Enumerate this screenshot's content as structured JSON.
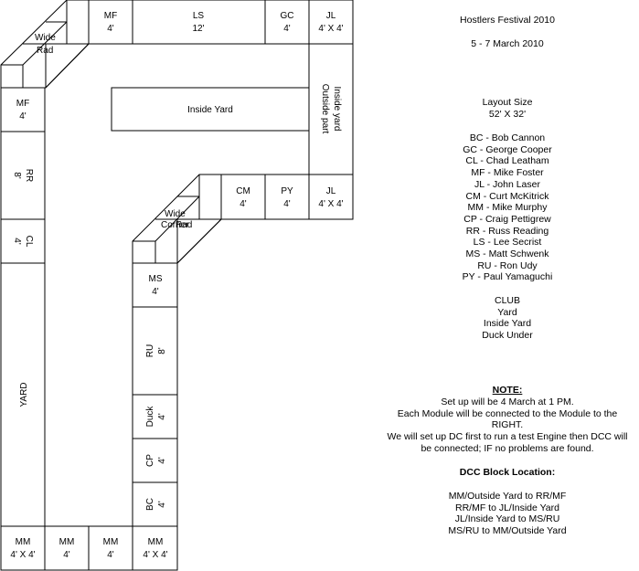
{
  "title": "Hostlers Festival 2010",
  "dates": "5 - 7 March 2010",
  "layout_size_label": "Layout Size",
  "layout_size_value": "52' X 32'",
  "members": [
    "BC - Bob Cannon",
    "GC - George Cooper",
    "CL - Chad Leatham",
    "MF - Mike Foster",
    "JL - John Laser",
    "CM - Curt McKitrick",
    "MM - Mike Murphy",
    "CP - Craig Pettigrew",
    "RR - Russ Reading",
    "LS - Lee Secrist",
    "MS - Matt Schwenk",
    "RU - Ron Udy",
    "PY - Paul Yamaguchi"
  ],
  "clubs": [
    "CLUB",
    "Yard",
    "Inside Yard",
    "Duck Under"
  ],
  "note_heading": "NOTE:",
  "note_lines": [
    "Set up will be 4 March at 1 PM.",
    "Each Module will be connected to the Module to the",
    "RIGHT.",
    "We will set up DC first to run a test Engine then DCC will",
    "be connected; IF no problems are found."
  ],
  "dcc_heading": "DCC Block Location:",
  "dcc_lines": [
    "MM/Outside Yard to RR/MF",
    "RR/MF to JL/Inside Yard",
    "JL/Inside Yard to MS/RU",
    "MS/RU to MM/Outside Yard"
  ],
  "modules": {
    "top_mf": {
      "name": "MF",
      "size": "4'"
    },
    "top_ls": {
      "name": "LS",
      "size": "12'"
    },
    "top_gc": {
      "name": "GC",
      "size": "4'"
    },
    "top_jl": {
      "name": "JL",
      "size": "4' X 4'"
    },
    "wide_rad": "Wide Rad",
    "outside_part": [
      "Inside yard",
      "Outside part"
    ],
    "inside_yard": "Inside Yard",
    "left_mf": {
      "name": "MF",
      "size": "4'"
    },
    "left_rr": {
      "name": "RR",
      "size": "8'"
    },
    "left_cl": {
      "name": "CL",
      "size": "4'"
    },
    "left_yard": "YARD",
    "mid_cm": {
      "name": "CM",
      "size": "4'"
    },
    "mid_py": {
      "name": "PY",
      "size": "4'"
    },
    "mid_jl": {
      "name": "JL",
      "size": "4' X 4'"
    },
    "mid_corner_labels": [
      "Wide",
      "Corner",
      "Rad"
    ],
    "ms": {
      "name": "MS",
      "size": "4'"
    },
    "ru": {
      "name": "RU",
      "size": "8'"
    },
    "duck": {
      "name": "Duck",
      "size": "4'"
    },
    "cp": {
      "name": "CP",
      "size": "4'"
    },
    "bc": {
      "name": "BC",
      "size": "4'"
    },
    "bot_mm1": {
      "name": "MM",
      "size": "4' X 4'"
    },
    "bot_mm2": {
      "name": "MM",
      "size": "4'"
    },
    "bot_mm3": {
      "name": "MM",
      "size": "4'"
    },
    "bot_mm4": {
      "name": "MM",
      "size": "4' X 4'"
    }
  }
}
